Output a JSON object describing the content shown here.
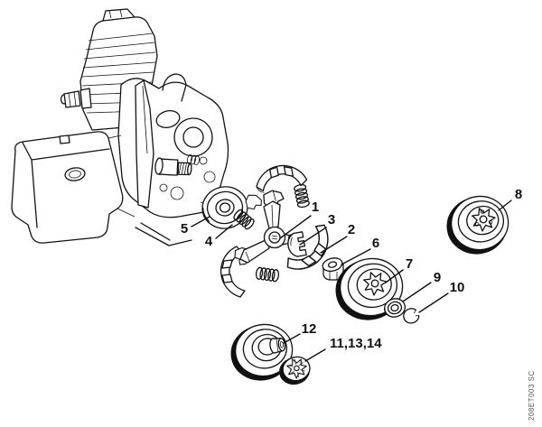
{
  "diagram": {
    "background_color": "#ffffff",
    "line_color": "#111111",
    "callouts": [
      {
        "label": "1"
      },
      {
        "label": "2"
      },
      {
        "label": "3"
      },
      {
        "label": "4"
      },
      {
        "label": "5"
      },
      {
        "label": "6"
      },
      {
        "label": "7"
      },
      {
        "label": "8"
      },
      {
        "label": "9"
      },
      {
        "label": "10"
      },
      {
        "label": "12"
      },
      {
        "label": "11,13,14"
      }
    ],
    "figure_code": "208ET003 SC"
  }
}
